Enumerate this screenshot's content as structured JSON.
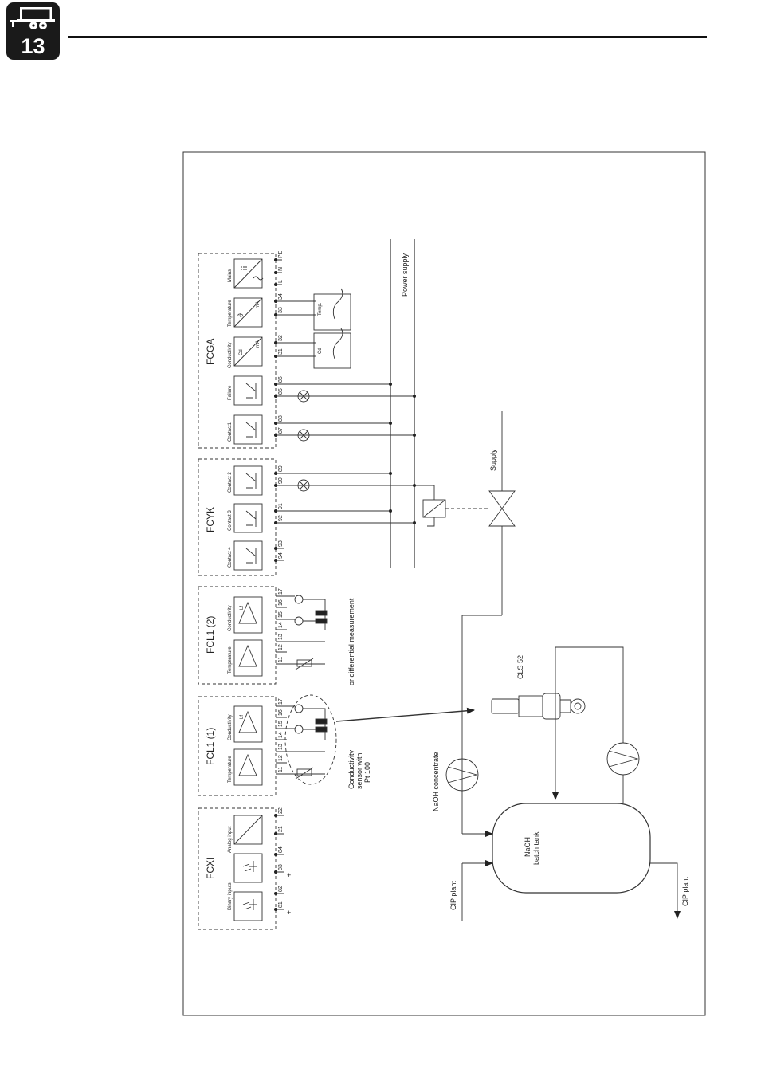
{
  "header": {
    "chapter_number": "13",
    "icon": "trailer-icon"
  },
  "modules": {
    "fcga": {
      "title": "FCGA",
      "sub": [
        "Contact1",
        "Failure",
        "Conductivity",
        "Temperature",
        "Mains"
      ],
      "terminals": [
        "87",
        "88",
        "85",
        "86",
        "31",
        "32",
        "33",
        "34",
        "L",
        "N",
        "PE"
      ],
      "cd": "Cd",
      "ma": "mA",
      "theta": "ϑ"
    },
    "fcyk": {
      "title": "FCYK",
      "sub": [
        "Contact 4",
        "Contact 3",
        "Contact 2"
      ],
      "terminals": [
        "94",
        "93",
        "92",
        "91",
        "90",
        "89"
      ]
    },
    "fcl1_2": {
      "title": "FCL1 (2)",
      "sub": [
        "Temperature",
        "Conductivity"
      ],
      "terminals": [
        "11",
        "12",
        "13",
        "14",
        "15",
        "16",
        "17"
      ],
      "lf": "Lf"
    },
    "fcl1_1": {
      "title": "FCL1 (1)",
      "sub": [
        "Temperature",
        "Conductivity"
      ],
      "terminals": [
        "11",
        "12",
        "13",
        "14",
        "15",
        "16",
        "17"
      ],
      "lf": "Lf"
    },
    "fcxi": {
      "title": "FCXI",
      "sub": [
        "Binary inputs",
        "Analog input"
      ],
      "terminals": [
        "81",
        "82",
        "83",
        "84",
        "21",
        "22"
      ],
      "plus": "+"
    }
  },
  "labels": {
    "power_supply": "Power supply",
    "supply": "Supply",
    "temp_box": "Temp.",
    "cd_box": "Cd",
    "or_differential": "or differential measurement",
    "sensor": [
      "Conductivity",
      "sensor with",
      "Pt 100"
    ],
    "naoh_concentrate": "NaOH concentrate",
    "cls52": "CLS 52",
    "tank": [
      "NaOH",
      "batch tank"
    ],
    "cip_plant_in": "CIP plant",
    "cip_plant_out": "CIP plant"
  }
}
